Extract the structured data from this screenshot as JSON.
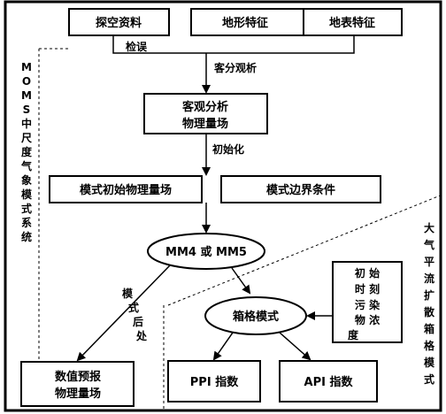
{
  "nodes": {
    "tankong": "探空资料",
    "dixing": "地形特征",
    "dibiao": "地表特征",
    "jianwu": "检误",
    "kefen_label": "客分观析",
    "keguan_line1": "客观分析",
    "keguan_line2": "物理量场",
    "chushihua": "初始化",
    "moshi_chushi": "模式初始物理量场",
    "moshi_bianjie": "模式边界条件",
    "mm": "MM4 或 MM5",
    "houchuli": "模式后处",
    "xiangge": "箱格模式",
    "chushi_line1": "初 始",
    "chushi_line2": "时 刻",
    "chushi_line3": "污 染",
    "chushi_line4": "物 浓",
    "chushi_line5": "度",
    "shuzhi_line1": "数值预报",
    "shuzhi_line2": "物理量场",
    "ppi": "PPI 指数",
    "api": "API 指数"
  },
  "side_labels": {
    "left": [
      "M",
      "O",
      "M",
      "S",
      "中",
      "尺",
      "度",
      "气",
      "象",
      "模",
      "式",
      "系",
      "统"
    ],
    "right": [
      "大",
      "气",
      "平",
      "流",
      "扩",
      "散",
      "箱",
      "格",
      "模",
      "式"
    ]
  }
}
